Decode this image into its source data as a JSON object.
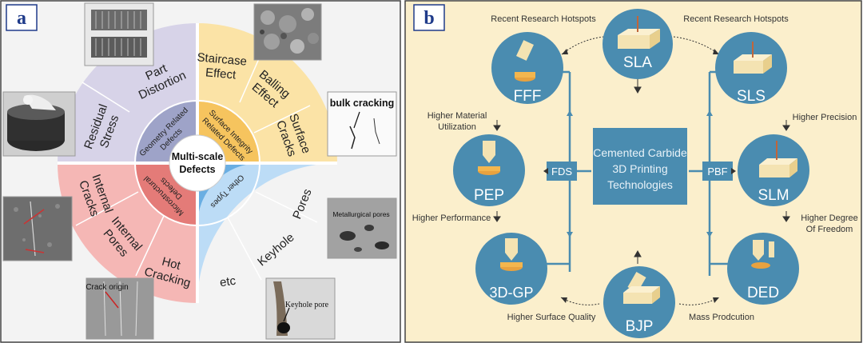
{
  "panel_a": {
    "tag": "a",
    "center": {
      "line1": "Multi-scale",
      "line2": "Defects"
    },
    "inner": {
      "geometry": {
        "line1": "Geometry Related",
        "line2": "Defects"
      },
      "surface": {
        "line1": "Surface Integrity",
        "line2": "Related Defects"
      },
      "micro": {
        "line1": "Microstructural",
        "line2": "Defects"
      },
      "other": {
        "line1": "Other Types"
      }
    },
    "outer": {
      "residual_stress": {
        "line1": "Residual",
        "line2": "Stress"
      },
      "part_distortion": {
        "line1": "Part",
        "line2": "Distortion"
      },
      "staircase_effect": {
        "line1": "Staircase",
        "line2": "Effect"
      },
      "balling_effect": {
        "line1": "Balling",
        "line2": "Effect"
      },
      "surface_cracks": {
        "line1": "Surface",
        "line2": "Cracks"
      },
      "internal_cracks": {
        "line1": "Internal",
        "line2": "Cracks"
      },
      "internal_pores": {
        "line1": "Internal",
        "line2": "Pores"
      },
      "hot_cracking": {
        "line1": "Hot",
        "line2": "Cracking"
      },
      "pores": {
        "line1": "Pores"
      },
      "keyhole": {
        "line1": "Keyhole"
      },
      "etc": {
        "line1": "etc"
      }
    },
    "photo_labels": {
      "bulk_cracking": "bulk cracking",
      "metallurgical_pores": "Metallurgical pores",
      "keyhole_pore": "Keyhole pore",
      "crack_origin": "Crack origin"
    },
    "colors": {
      "purple": "#d7d3e8",
      "yellow": "#fbe3a6",
      "red": "#f5b7b5",
      "blue": "#bcdcf6"
    }
  },
  "panel_b": {
    "tag": "b",
    "center_box": {
      "line1": "Cemented Carbide",
      "line2": "3D Printing",
      "line3": "Technologies"
    },
    "fds": "FDS",
    "pbf": "PBF",
    "nodes": {
      "sla": "SLA",
      "fff": "FFF",
      "sls": "SLS",
      "pep": "PEP",
      "slm": "SLM",
      "gp": "3D-GP",
      "ded": "DED",
      "bjp": "BJP"
    },
    "notes": {
      "hot_left": "Recent Research Hotspots",
      "hot_right": "Recent Research Hotspots",
      "material_1": "Higher Material",
      "material_2": "Utilization",
      "precision": "Higher Precision",
      "performance": "Higher Performance",
      "degree_1": "Higher Degree",
      "degree_2": "Of Freedom",
      "surface_quality": "Higher Surface Quality",
      "mass": "Mass Prodcution"
    },
    "colors": {
      "background": "#fbefcc",
      "node": "#4a8cb0",
      "node_text": "#ffffff",
      "box": "#4a8cb0"
    }
  }
}
